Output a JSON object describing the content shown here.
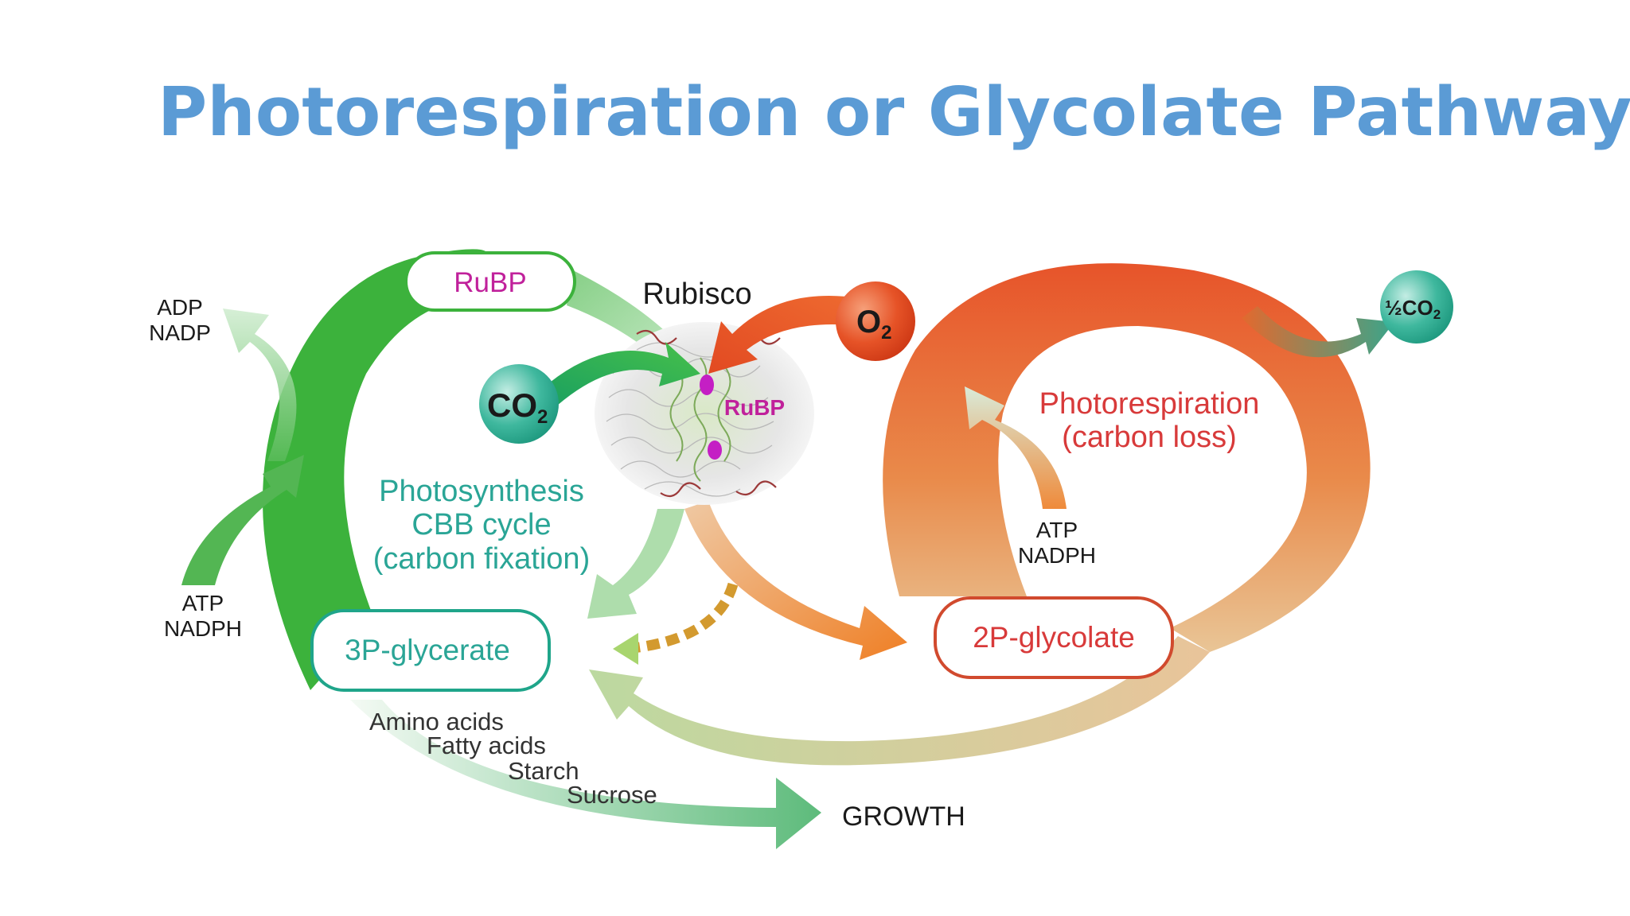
{
  "title": "Photorespiration or Glycolate Pathway",
  "diagram": {
    "nodes": {
      "rubp_box": "RuBP",
      "rubisco": "Rubisco",
      "rubisco_rubp": "RuBP",
      "o2": "O",
      "o2_sub": "2",
      "co2": "CO",
      "co2_sub": "2",
      "half_co2": "½CO",
      "half_co2_sub": "2",
      "glycerate": "3P-glycerate",
      "glycolate": "2P-glycolate",
      "growth": "GROWTH"
    },
    "cycles": {
      "photosynthesis": [
        "Photosynthesis",
        "CBB cycle",
        "(carbon fixation)"
      ],
      "photorespiration": [
        "Photorespiration",
        "(carbon loss)"
      ]
    },
    "cofactors": {
      "left_out": [
        "ADP",
        "NADP"
      ],
      "left_in": [
        "ATP",
        "NADPH"
      ],
      "right_in": [
        "ATP",
        "NADPH"
      ]
    },
    "products": [
      "Amino acids",
      "Fatty acids",
      "Starch",
      "Sucrose"
    ],
    "colors": {
      "title": "#5b9bd5",
      "cbb_green": "#3cb23c",
      "photoresp_orange": "#e8612c",
      "rubp_magenta": "#c0219b",
      "teal_text": "#2aa596",
      "red_text": "#d83a3a"
    }
  }
}
